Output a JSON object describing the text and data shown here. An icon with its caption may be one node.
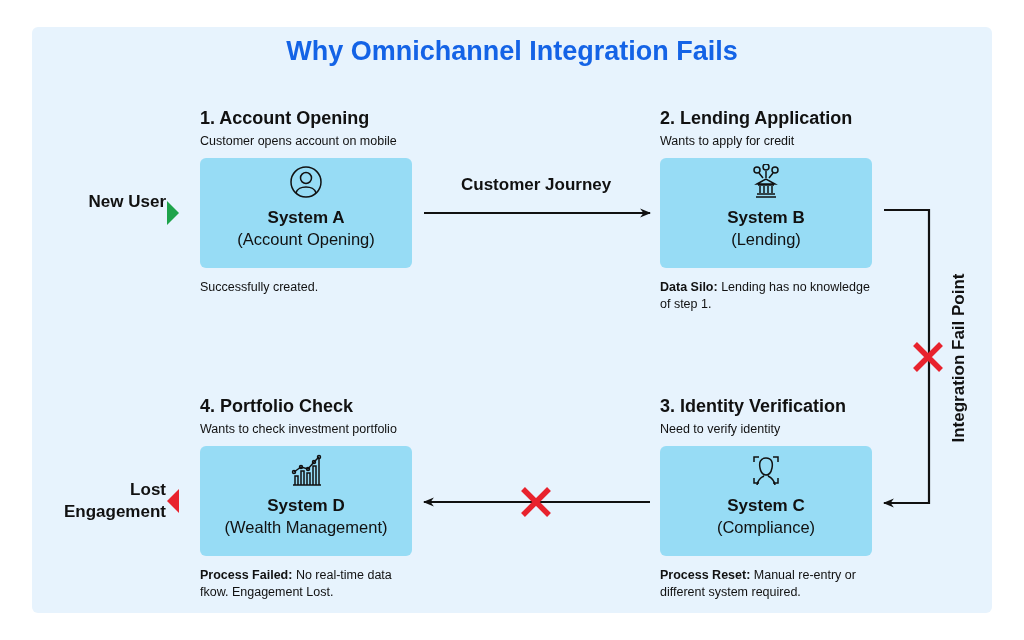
{
  "diagram": {
    "title": "Why Omnichannel Integration Fails",
    "nodes": [
      {
        "text": [
          "1. Account Opening",
          "Customer opens account on mobile",
          "System A",
          "(Account Opening)"
        ],
        "beside": [
          "Successfully created."
        ]
      },
      {
        "text": [
          "2. Lending Application",
          "Wants to apply for credit",
          "System B",
          "(Lending)"
        ],
        "beside": [
          "**Data Silo:** Lending has no knowledge of step 1."
        ]
      },
      {
        "text": [
          "3. Identity Verification",
          "Need to verify identity",
          "System C",
          "(Compliance)"
        ],
        "beside": [
          "**Process Reset:** Manual re-entry or different system required."
        ]
      },
      {
        "text": [
          "4. Portfolio Check",
          "Wants to check investment portfolio",
          "System D",
          "(Wealth Management)"
        ],
        "beside": [
          "**Process Failed:** No real-time data fkow. Engagement Lost."
        ]
      }
    ],
    "edges": [
      {
        "from": 0,
        "to": 1,
        "arrow": "to",
        "label": "Customer Journey"
      },
      {
        "from": 1,
        "to": 2,
        "arrow": "to",
        "label": "Integration Fail Point"
      },
      {
        "from": 2,
        "to": 3,
        "arrow": "to"
      }
    ],
    "labels": [
      "New User",
      "Lost Engagement"
    ]
  }
}
